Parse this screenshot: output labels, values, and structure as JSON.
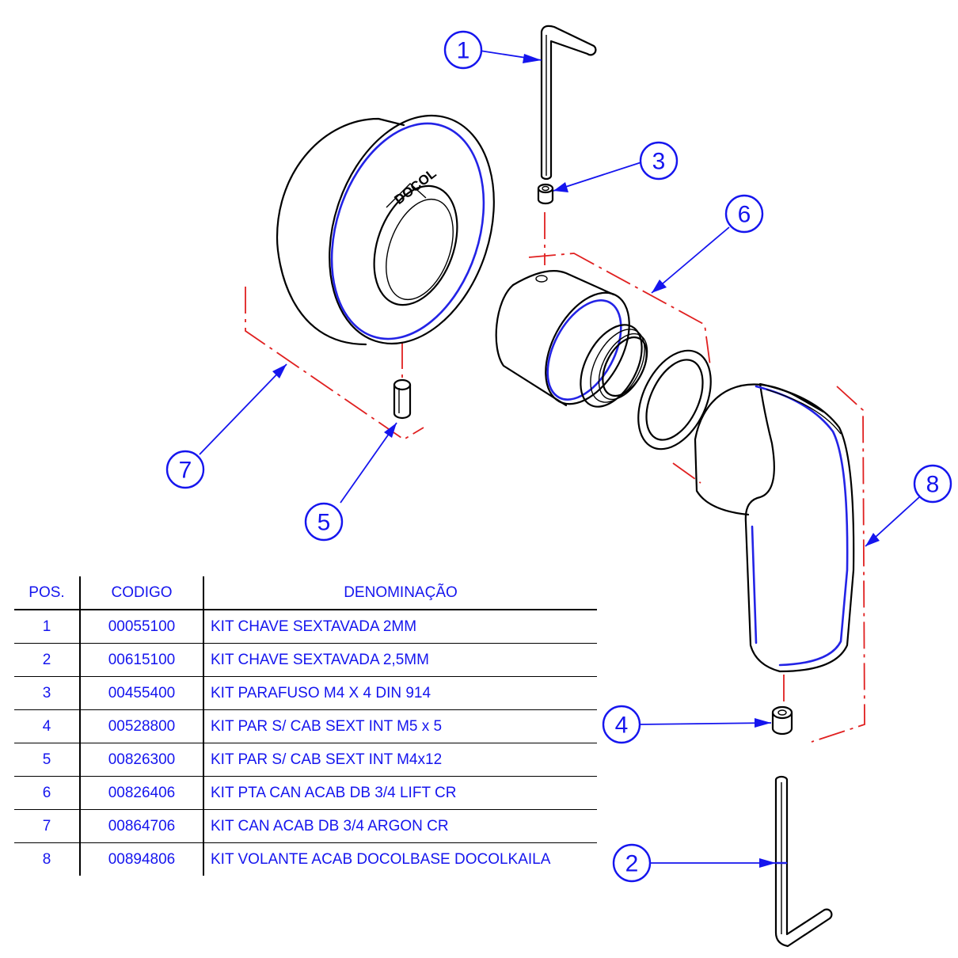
{
  "brand_mark": "DOCOL",
  "balloons": [
    {
      "id": "balloon-1",
      "label": "1"
    },
    {
      "id": "balloon-2",
      "label": "2"
    },
    {
      "id": "balloon-3",
      "label": "3"
    },
    {
      "id": "balloon-4",
      "label": "4"
    },
    {
      "id": "balloon-5",
      "label": "5"
    },
    {
      "id": "balloon-6",
      "label": "6"
    },
    {
      "id": "balloon-7",
      "label": "7"
    },
    {
      "id": "balloon-8",
      "label": "8"
    }
  ],
  "parts_table": {
    "headers": {
      "pos": "POS.",
      "code": "CODIGO",
      "name": "DENOMINAÇÃO"
    },
    "rows": [
      {
        "pos": "1",
        "code": "00055100",
        "name": "KIT CHAVE SEXTAVADA 2MM"
      },
      {
        "pos": "2",
        "code": "00615100",
        "name": "KIT CHAVE SEXTAVADA 2,5MM"
      },
      {
        "pos": "3",
        "code": "00455400",
        "name": "KIT PARAFUSO M4 X 4 DIN 914"
      },
      {
        "pos": "4",
        "code": "00528800",
        "name": "KIT PAR S/ CAB SEXT INT M5 x 5"
      },
      {
        "pos": "5",
        "code": "00826300",
        "name": "KIT PAR S/ CAB SEXT INT M4x12"
      },
      {
        "pos": "6",
        "code": "00826406",
        "name": "KIT PTA CAN ACAB DB 3/4 LIFT CR"
      },
      {
        "pos": "7",
        "code": "00864706",
        "name": "KIT CAN ACAB DB 3/4 ARGON CR"
      },
      {
        "pos": "8",
        "code": "00894806",
        "name": "KIT VOLANTE ACAB DOCOLBASE DOCOLKAILA"
      }
    ]
  },
  "colors": {
    "outline": "#000000",
    "highlight": "#2323e6",
    "centerline": "#e02020",
    "annotation": "#1515ee"
  }
}
